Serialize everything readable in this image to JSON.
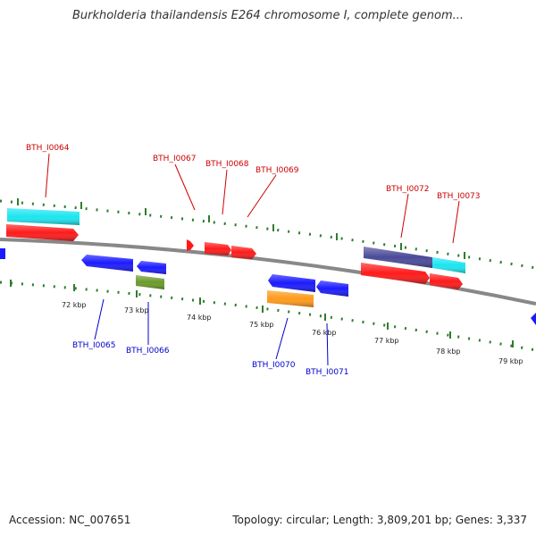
{
  "title": "Burkholderia thailandensis E264 chromosome I, complete genom...",
  "footer": {
    "accession": "Accession: NC_007651",
    "summary": "Topology: circular; Length: 3,809,201 bp; Genes: 3,337"
  },
  "scale_labels": [
    "72 kbp",
    "73 kbp",
    "74 kbp",
    "75 kbp",
    "76 kbp",
    "77 kbp",
    "78 kbp",
    "79 kbp"
  ],
  "forward_genes": [
    "BTH_I0064",
    "BTH_I0067",
    "BTH_I0068",
    "BTH_I0069",
    "BTH_I0072",
    "BTH_I0073"
  ],
  "reverse_genes": [
    "BTH_I0065",
    "BTH_I0066",
    "BTH_I0070",
    "BTH_I0071"
  ],
  "colors": {
    "forward_label": "#cc0000",
    "reverse_label": "#0000cc",
    "ticks": "#2e7d2e",
    "backbone": "#888888",
    "red": "#ff1a1a",
    "blue": "#1a1aff",
    "cyan": "#1ae6f0",
    "navy": "#4a4a9a",
    "olive": "#6b9a2a",
    "orange": "#ff9a1a"
  }
}
